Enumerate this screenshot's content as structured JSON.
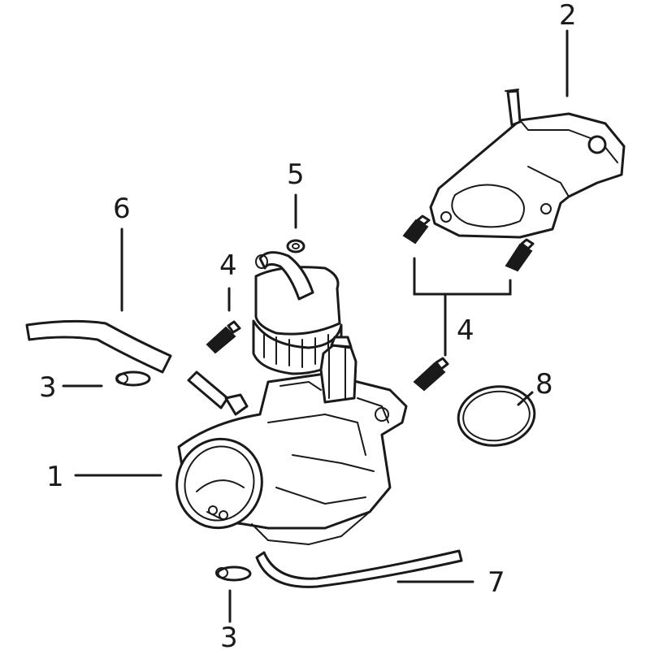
{
  "diagram": {
    "callouts": [
      {
        "id": "carburetor",
        "label": "1"
      },
      {
        "id": "intake-manifold",
        "label": "2"
      },
      {
        "id": "hose-clamp-left",
        "label": "3"
      },
      {
        "id": "hose-clamp-bottom",
        "label": "3"
      },
      {
        "id": "bolt-left",
        "label": "4"
      },
      {
        "id": "bolt-group-right",
        "label": "4"
      },
      {
        "id": "nut",
        "label": "5"
      },
      {
        "id": "vent-hose",
        "label": "6"
      },
      {
        "id": "drain-hose",
        "label": "7"
      },
      {
        "id": "o-ring",
        "label": "8"
      }
    ],
    "colors": {
      "ink": "#1a1a1a",
      "background": "#ffffff"
    }
  }
}
